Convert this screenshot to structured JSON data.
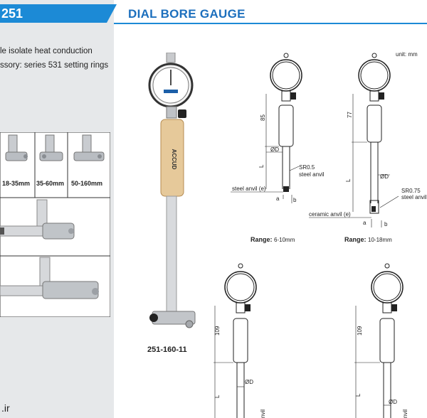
{
  "header": {
    "model_prefix": "251",
    "title": "DIAL BORE GAUGE"
  },
  "notes": {
    "line1": "le isolate heat conduction",
    "line2": "ssory: series 531 setting rings"
  },
  "size_table": {
    "sizes": [
      "18-35mm",
      "35-60mm",
      "50-160mm"
    ]
  },
  "product": {
    "model": "251-160-11",
    "brand_mark": "ACCUD"
  },
  "unit_label": "unit: mm",
  "diagram_a": {
    "dim_length": "85",
    "dim_diameter": "ØD",
    "dim_L": "L",
    "radius_label": "SR0.5",
    "radius_desc": "steel anvil",
    "anvil_label": "steel anvil (e)",
    "dim_a": "a",
    "dim_b": "b",
    "range_label": "Range:",
    "range_value": "6-10mm"
  },
  "diagram_b": {
    "dim_length": "77",
    "dim_diameter": "ØD",
    "dim_L": "L",
    "radius_label": "SR0.75",
    "radius_desc": "steel anvil",
    "anvil_label": "ceramic anvil (e)",
    "dim_a": "a",
    "dim_b": "b",
    "range_label": "Range:",
    "range_value": "10-18mm"
  },
  "diagram_c": {
    "dim_length": "109",
    "dim_diameter": "ØD",
    "dim_L": "L",
    "anvil_fragment": "nvil"
  },
  "diagram_d": {
    "dim_length": "109",
    "dim_diameter": "ØD",
    "dim_L": "L",
    "anvil_fragment": "nvil"
  },
  "footer": {
    "text": ".ir"
  }
}
